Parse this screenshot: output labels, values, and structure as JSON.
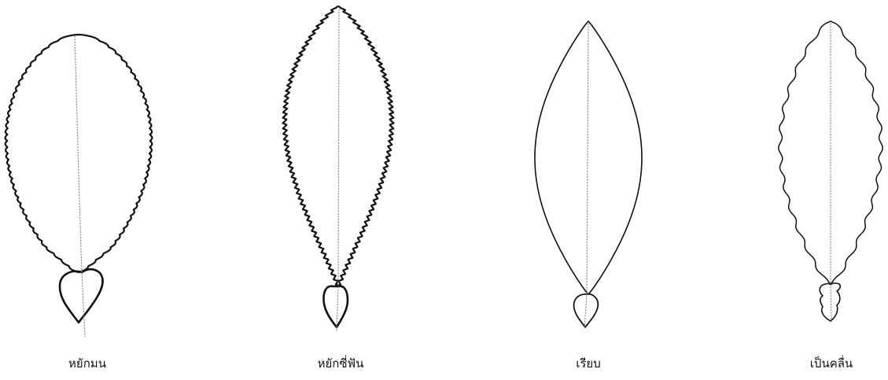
{
  "colors": {
    "background": "#ffffff",
    "outline": "#111111",
    "midrib": "#8a8a8a",
    "label_text": "#111111"
  },
  "leaves": [
    {
      "id": "crenate",
      "label": "หยักมน"
    },
    {
      "id": "serrate",
      "label": "หยักซี่ฟัน"
    },
    {
      "id": "entire",
      "label": "เรียบ"
    },
    {
      "id": "undulate",
      "label": "เป็นคลื่น"
    }
  ]
}
